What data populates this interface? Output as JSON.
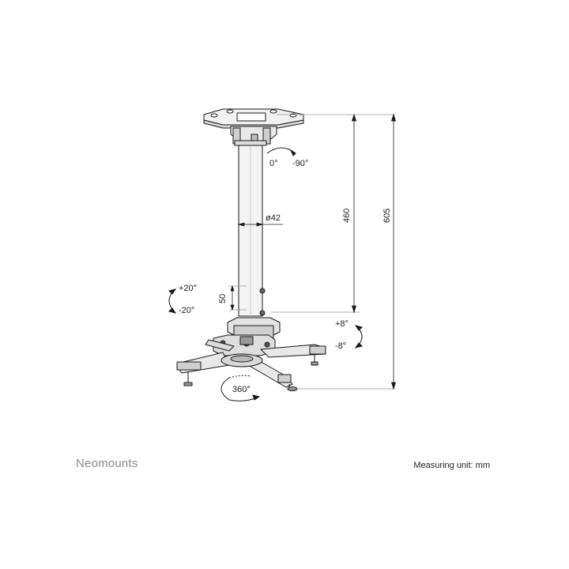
{
  "brand": {
    "name": "Neomounts"
  },
  "footer": {
    "unit_label": "Measuring unit: mm"
  },
  "dimensions": {
    "tilt_top": {
      "start": "0°",
      "end": "-90°"
    },
    "pole_diameter": "ø42",
    "height_min": "460",
    "height_max": "605",
    "adjust_step": "50",
    "tilt_side": {
      "up": "+20°",
      "down": "-20°"
    },
    "roll": {
      "up": "+8°",
      "down": "-8°"
    },
    "rotation": "360°"
  },
  "colors": {
    "line": "#1a1a1a",
    "fill_light": "#e6e6e6",
    "fill_dark": "#9a9a9a",
    "brand": "#8a8a8a"
  }
}
